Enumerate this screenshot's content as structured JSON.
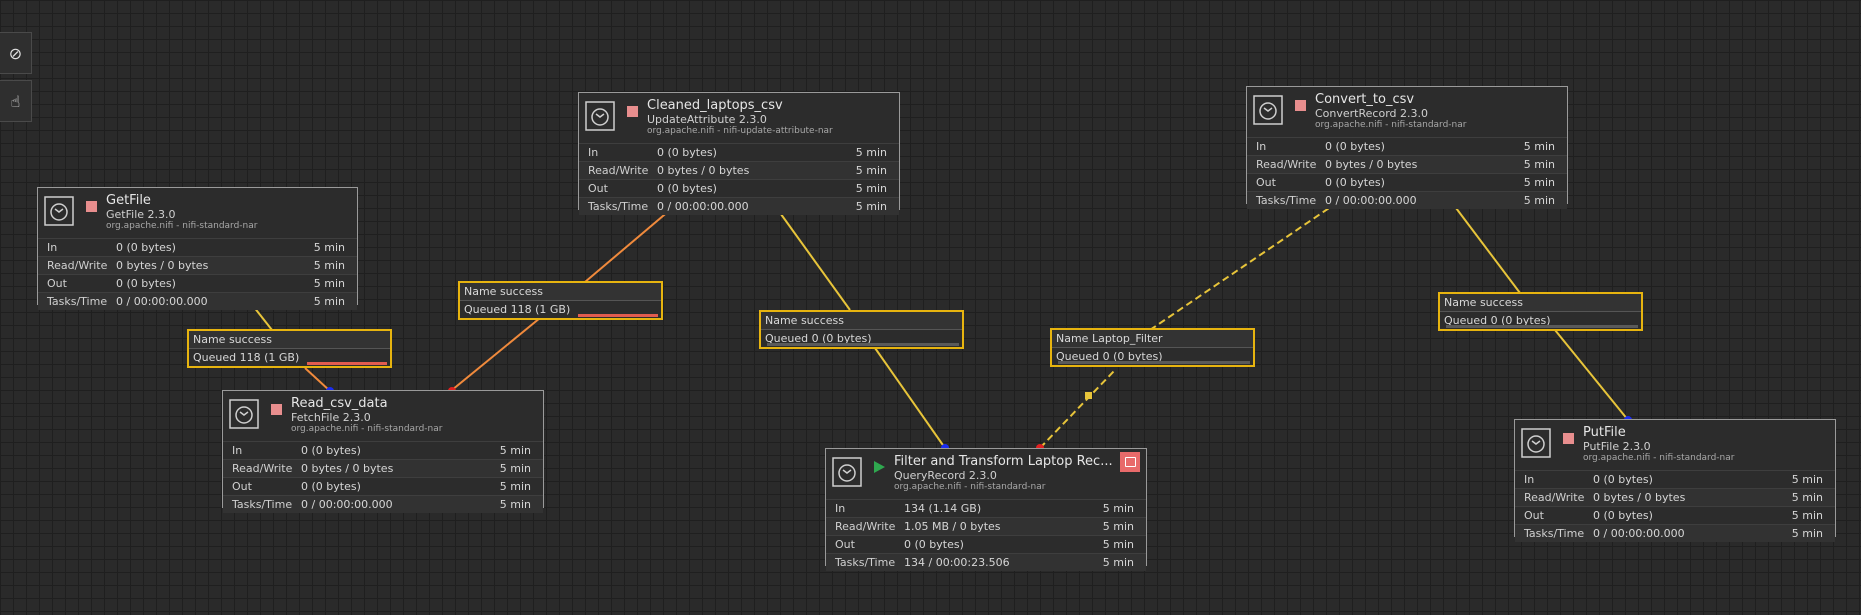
{
  "canvas": {
    "tools": [
      {
        "name": "navigate-icon",
        "glyph": "⊘"
      },
      {
        "name": "hand-pointer-icon",
        "glyph": "☝"
      }
    ]
  },
  "processors": {
    "getfile": {
      "name": "GetFile",
      "type": "GetFile 2.3.0",
      "bundle": "org.apache.nifi - nifi-standard-nar",
      "stats": {
        "in": "0 (0 bytes)",
        "rw": "0 bytes / 0 bytes",
        "out": "0 (0 bytes)",
        "tasks": "0 / 00:00:00.000"
      }
    },
    "read_csv": {
      "name": "Read_csv_data",
      "type": "FetchFile 2.3.0",
      "bundle": "org.apache.nifi - nifi-standard-nar",
      "stats": {
        "in": "0 (0 bytes)",
        "rw": "0 bytes / 0 bytes",
        "out": "0 (0 bytes)",
        "tasks": "0 / 00:00:00.000"
      }
    },
    "cleaned": {
      "name": "Cleaned_laptops_csv",
      "type": "UpdateAttribute 2.3.0",
      "bundle": "org.apache.nifi - nifi-update-attribute-nar",
      "stats": {
        "in": "0 (0 bytes)",
        "rw": "0 bytes / 0 bytes",
        "out": "0 (0 bytes)",
        "tasks": "0 / 00:00:00.000"
      }
    },
    "filter": {
      "name": "Filter and Transform Laptop Rec...",
      "type": "QueryRecord 2.3.0",
      "bundle": "org.apache.nifi - nifi-standard-nar",
      "stats": {
        "in": "134 (1.14 GB)",
        "rw": "1.05 MB / 0 bytes",
        "out": "0 (0 bytes)",
        "tasks": "134 / 00:00:23.506"
      }
    },
    "convert": {
      "name": "Convert_to_csv",
      "type": "ConvertRecord 2.3.0",
      "bundle": "org.apache.nifi - nifi-standard-nar",
      "stats": {
        "in": "0 (0 bytes)",
        "rw": "0 bytes / 0 bytes",
        "out": "0 (0 bytes)",
        "tasks": "0 / 00:00:00.000"
      }
    },
    "putfile": {
      "name": "PutFile",
      "type": "PutFile 2.3.0",
      "bundle": "org.apache.nifi - nifi-standard-nar",
      "stats": {
        "in": "0 (0 bytes)",
        "rw": "0 bytes / 0 bytes",
        "out": "0 (0 bytes)",
        "tasks": "0 / 00:00:00.000"
      }
    }
  },
  "labels": {
    "in": "In",
    "rw": "Read/Write",
    "out": "Out",
    "tasks": "Tasks/Time",
    "window": "5 min"
  },
  "connections": {
    "c1": {
      "name": "Name  success",
      "queued": "Queued 118 (1 GB)"
    },
    "c2": {
      "name": "Name  success",
      "queued": "Queued 118 (1 GB)"
    },
    "c3": {
      "name": "Name  success",
      "queued": "Queued 0 (0 bytes)"
    },
    "c4": {
      "name": "Name  Laptop_Filter",
      "queued": "Queued 0 (0 bytes)"
    },
    "c5": {
      "name": "Name  success",
      "queued": "Queued 0 (0 bytes)"
    }
  },
  "colors": {
    "edge": "#e7c43a",
    "edge_backpressure": "#f08a3c",
    "port_source": "#e02020",
    "port_target": "#1a2cf0"
  }
}
